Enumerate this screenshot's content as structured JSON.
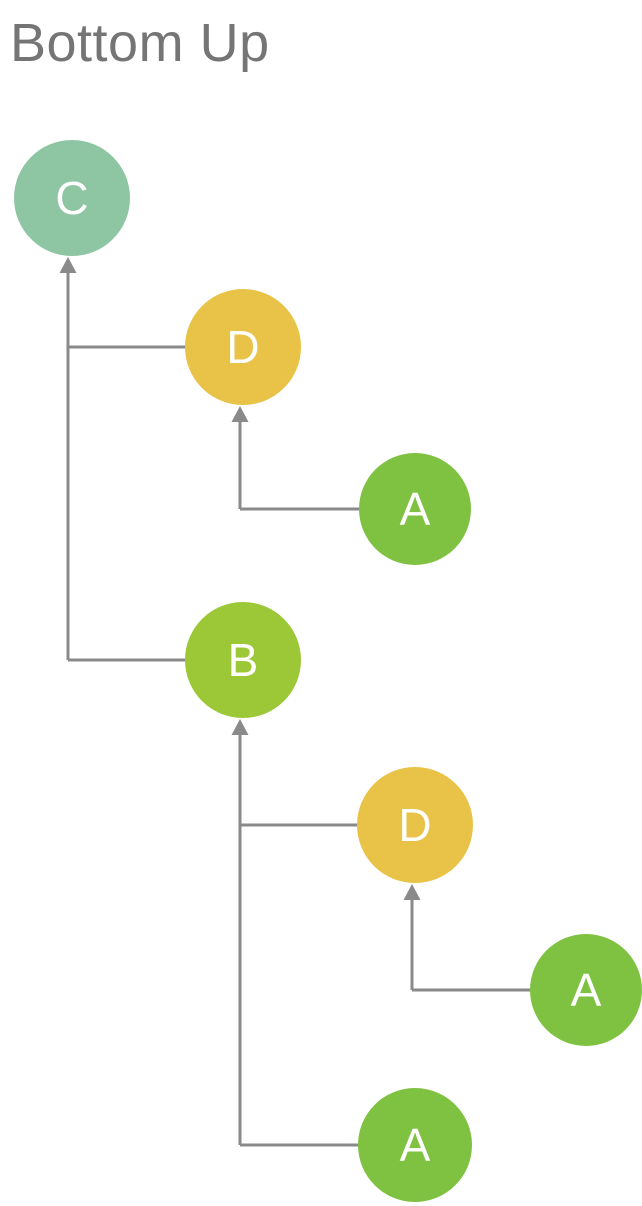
{
  "title": "Bottom Up",
  "diagram": {
    "description": "Tree diagram with arrows pointing from child nodes up toward parent nodes (bottom-up evaluation order)",
    "colors": {
      "edge": "#8a8a8a",
      "title_text": "#757575",
      "node_label_text": "#ffffff",
      "node_c": "#8ec6a4",
      "node_d": "#e9c347",
      "node_b": "#9cc837",
      "node_a": "#7fc241"
    },
    "nodes": [
      {
        "id": "c",
        "label": "C",
        "color": "#8ec6a4"
      },
      {
        "id": "d1",
        "label": "D",
        "color": "#e9c347"
      },
      {
        "id": "a1",
        "label": "A",
        "color": "#7fc241"
      },
      {
        "id": "b",
        "label": "B",
        "color": "#9cc837"
      },
      {
        "id": "d2",
        "label": "D",
        "color": "#e9c347"
      },
      {
        "id": "a2",
        "label": "A",
        "color": "#7fc241"
      },
      {
        "id": "a3",
        "label": "A",
        "color": "#7fc241"
      }
    ],
    "edges": [
      {
        "from": "d1",
        "to": "c"
      },
      {
        "from": "b",
        "to": "c"
      },
      {
        "from": "a1",
        "to": "d1"
      },
      {
        "from": "d2",
        "to": "b"
      },
      {
        "from": "a3",
        "to": "b"
      },
      {
        "from": "a2",
        "to": "d2"
      }
    ]
  }
}
